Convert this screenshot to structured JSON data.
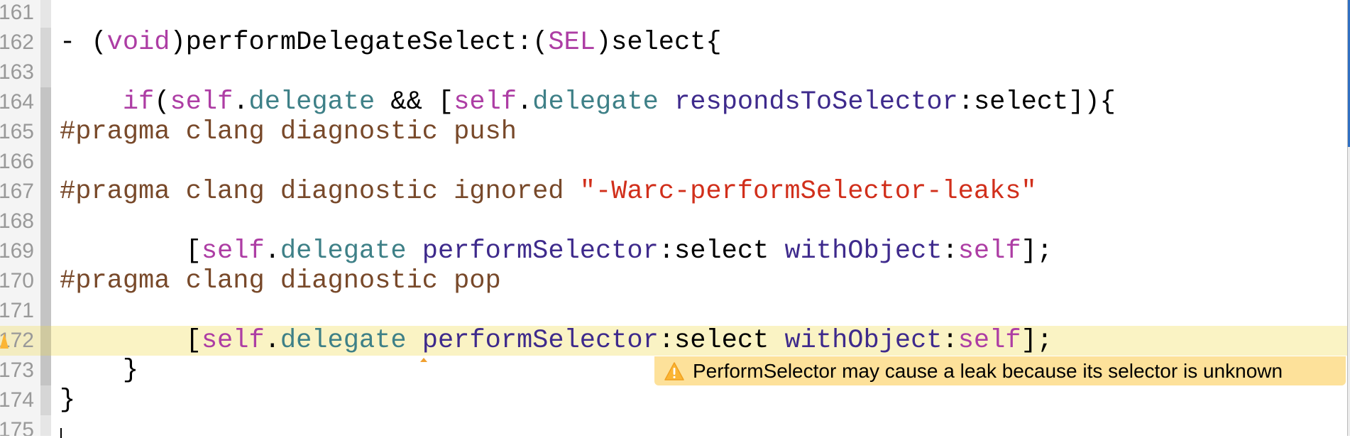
{
  "editor": {
    "highlighted_line": "172",
    "lines": [
      {
        "num": "161",
        "tokens": []
      },
      {
        "num": "162",
        "tokens": [
          {
            "t": "- (",
            "k": "plain"
          },
          {
            "t": "void",
            "k": "kw"
          },
          {
            "t": ")performDelegateSelect:(",
            "k": "plain"
          },
          {
            "t": "SEL",
            "k": "kw"
          },
          {
            "t": ")select{",
            "k": "plain"
          }
        ]
      },
      {
        "num": "163",
        "tokens": []
      },
      {
        "num": "164",
        "tokens": [
          {
            "t": "    ",
            "k": "plain"
          },
          {
            "t": "if",
            "k": "kw"
          },
          {
            "t": "(",
            "k": "plain"
          },
          {
            "t": "self",
            "k": "self"
          },
          {
            "t": ".",
            "k": "plain"
          },
          {
            "t": "delegate",
            "k": "prop"
          },
          {
            "t": " && [",
            "k": "plain"
          },
          {
            "t": "self",
            "k": "self"
          },
          {
            "t": ".",
            "k": "plain"
          },
          {
            "t": "delegate",
            "k": "prop"
          },
          {
            "t": " ",
            "k": "plain"
          },
          {
            "t": "respondsToSelector",
            "k": "meth"
          },
          {
            "t": ":select]){",
            "k": "plain"
          }
        ]
      },
      {
        "num": "165",
        "tokens": [
          {
            "t": "#pragma clang diagnostic push",
            "k": "pp"
          }
        ]
      },
      {
        "num": "166",
        "tokens": []
      },
      {
        "num": "167",
        "tokens": [
          {
            "t": "#pragma clang diagnostic ignored ",
            "k": "pp"
          },
          {
            "t": "\"-Warc-performSelector-leaks\"",
            "k": "str"
          }
        ]
      },
      {
        "num": "168",
        "tokens": []
      },
      {
        "num": "169",
        "tokens": [
          {
            "t": "        [",
            "k": "plain"
          },
          {
            "t": "self",
            "k": "self"
          },
          {
            "t": ".",
            "k": "plain"
          },
          {
            "t": "delegate",
            "k": "prop"
          },
          {
            "t": " ",
            "k": "plain"
          },
          {
            "t": "performSelector",
            "k": "meth"
          },
          {
            "t": ":select ",
            "k": "plain"
          },
          {
            "t": "withObject",
            "k": "meth"
          },
          {
            "t": ":",
            "k": "plain"
          },
          {
            "t": "self",
            "k": "self"
          },
          {
            "t": "];",
            "k": "plain"
          }
        ]
      },
      {
        "num": "170",
        "tokens": [
          {
            "t": "#pragma clang diagnostic pop",
            "k": "pp"
          }
        ]
      },
      {
        "num": "171",
        "tokens": []
      },
      {
        "num": "172",
        "tokens": [
          {
            "t": "        [",
            "k": "plain"
          },
          {
            "t": "self",
            "k": "self"
          },
          {
            "t": ".",
            "k": "plain"
          },
          {
            "t": "delegate",
            "k": "prop"
          },
          {
            "t": " ",
            "k": "plain"
          },
          {
            "t": "performSelector",
            "k": "meth"
          },
          {
            "t": ":select ",
            "k": "plain"
          },
          {
            "t": "withObject",
            "k": "meth"
          },
          {
            "t": ":",
            "k": "plain"
          },
          {
            "t": "self",
            "k": "self"
          },
          {
            "t": "];",
            "k": "plain"
          }
        ]
      },
      {
        "num": "173",
        "tokens": [
          {
            "t": "    }",
            "k": "plain"
          }
        ]
      },
      {
        "num": "174",
        "tokens": [
          {
            "t": "}",
            "k": "plain"
          }
        ]
      },
      {
        "num": "175",
        "tokens": []
      }
    ]
  },
  "warning": {
    "icon": "warning-triangle-icon",
    "message": "PerformSelector may cause a leak because its selector is unknown",
    "color": "#fde19a"
  },
  "colors": {
    "keyword": "#ad3da4",
    "property": "#3e8087",
    "method": "#3e2a8c",
    "preprocessor": "#78492a",
    "string": "#d12f1b",
    "highlight": "#faf3c4"
  }
}
